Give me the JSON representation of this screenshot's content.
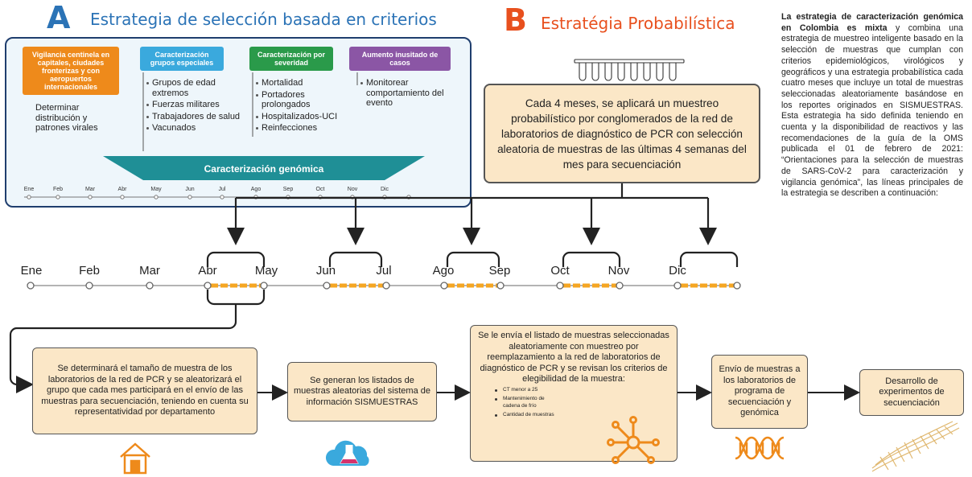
{
  "panel_a": {
    "letter": "A",
    "title": "Estrategia de selección basada en criterios",
    "categories": [
      {
        "label": "Vigilancia centinela en capitales, ciudades fronterizas y con aeropuertos internacionales",
        "color": "#ee8a1b"
      },
      {
        "label": "Caracterización grupos especiales",
        "color": "#3aa9dd"
      },
      {
        "label": "Caracterización por severidad",
        "color": "#2a9a4a"
      },
      {
        "label": "Aumento inusitado de casos",
        "color": "#8b56a5"
      }
    ],
    "col1_text": "Determinar distribución y patrones virales",
    "col2_items": [
      "Grupos de edad extremos",
      "Fuerzas militares",
      "Trabajadores de salud",
      "Vacunados"
    ],
    "col3_items": [
      "Mortalidad",
      "Portadores prolongados",
      "Hospitalizados-UCI",
      "Reinfecciones"
    ],
    "col4_items": [
      "Monitorear comportamiento del evento"
    ],
    "banner": "Caracterización genómica",
    "months": [
      "Ene",
      "Feb",
      "Mar",
      "Abr",
      "May",
      "Jun",
      "Jul",
      "Ago",
      "Sep",
      "Oct",
      "Nov",
      "Dic"
    ]
  },
  "panel_b": {
    "letter": "B",
    "title": "Estratégia Probabilística",
    "main_box": "Cada 4 meses, se aplicará un muestreo probabilístico por conglomerados de la red de laboratorios de diagnóstico de PCR con selección aleatoria de muestras de las últimas 4 semanas del mes para secuenciación"
  },
  "timeline_months": [
    "Ene",
    "Feb",
    "Mar",
    "Abr",
    "May",
    "Jun",
    "Jul",
    "Ago",
    "Sep",
    "Oct",
    "Nov",
    "Dic"
  ],
  "right_text": {
    "bold": "La estrategia de caracterización genómica en Colombia es mixta",
    "rest": " y combina una estrategia de muestreo inteligente basado en la selección de muestras que cumplan con criterios epidemiológicos, virológicos y geográficos y una estrategia probabilística cada cuatro meses que incluye un total de muestras seleccionadas aleatoriamente basándose en los reportes originados en SISMUESTRAS. Esta estrategia ha sido definida teniendo en cuenta y la disponibilidad de reactivos y las recomendaciones de la guía de la OMS publicada el 01 de febrero de 2021: “Orientaciones para la selección de muestras de SARS-CoV-2 para caracterización y vigilancia genómica”, las líneas principales de la estrategia se describen a continuación:"
  },
  "steps": {
    "step1": "Se determinará el tamaño de muestra de los laboratorios de la red de PCR y se aleatorizará el grupo que cada mes participará en el envío de las muestras para secuenciación, teniendo en cuenta su representatividad por departamento",
    "step2": "Se generan los listados de muestras aleatorias del sistema de información SISMUESTRAS",
    "step3": "Se le envía el listado de muestras seleccionadas aleatoriamente con muestreo por reemplazamiento a la red de laboratorios de diagnóstico de PCR y se revisan los criterios de elegibilidad de la muestra:",
    "step3_items": [
      "CT menor a 25",
      "Mantenimiento de cadena de frío",
      "Cantidad de muestras"
    ],
    "step4": "Envío de muestras a los laboratorios de programa de secuenciación y genómica",
    "step5": "Desarrollo de experimentos de secuenciación"
  },
  "colors": {
    "orange": "#e8501e",
    "blue_title": "#2b73b6",
    "teal": "#1f8f96",
    "box_fill": "#fbe7c7",
    "dash": "#f5a623",
    "navy": "#1f3e6e"
  }
}
